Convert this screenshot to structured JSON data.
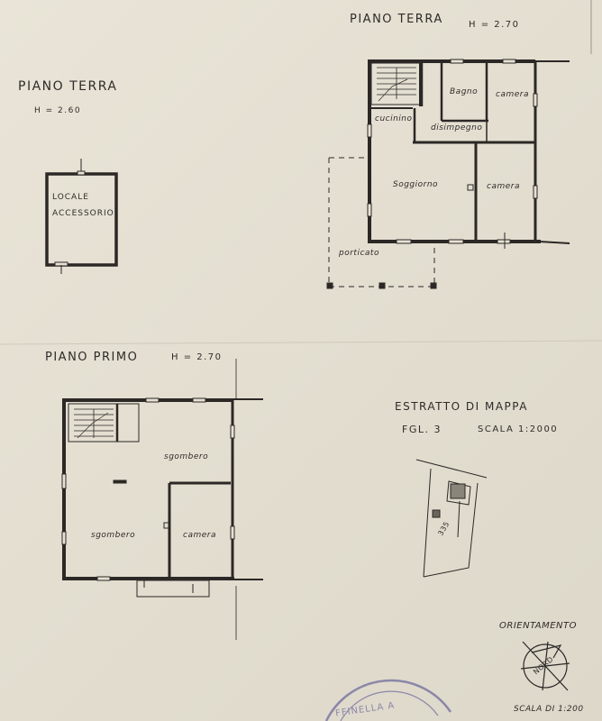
{
  "plan_ground_left": {
    "title": "PIANO TERRA",
    "height": "H = 2.60",
    "room": "LOCALE ACCESSORIO"
  },
  "plan_ground_right": {
    "title": "PIANO TERRA",
    "height": "H = 2.70",
    "rooms": {
      "bagno": "Bagno",
      "camera_top": "camera",
      "cucinino": "cucinino",
      "disimpegno": "disimpegno",
      "soggiorno": "Soggiorno",
      "camera_mid": "camera",
      "porticato": "porticato"
    }
  },
  "plan_first": {
    "title": "PIANO PRIMO",
    "height": "H = 2.70",
    "rooms": {
      "sgombero_top": "sgombero",
      "sgombero_left": "sgombero",
      "camera": "camera"
    }
  },
  "map_extract": {
    "title": "ESTRATTO DI MAPPA",
    "sheet": "FGL. 3",
    "scale": "SCALA 1:2000",
    "parcel": "335"
  },
  "orientation": {
    "label": "ORIENTAMENTO",
    "symbol": "NORD"
  },
  "scale": {
    "label": "SCALA DI 1:200"
  },
  "stamp": {
    "text": "FFINELLA A"
  }
}
